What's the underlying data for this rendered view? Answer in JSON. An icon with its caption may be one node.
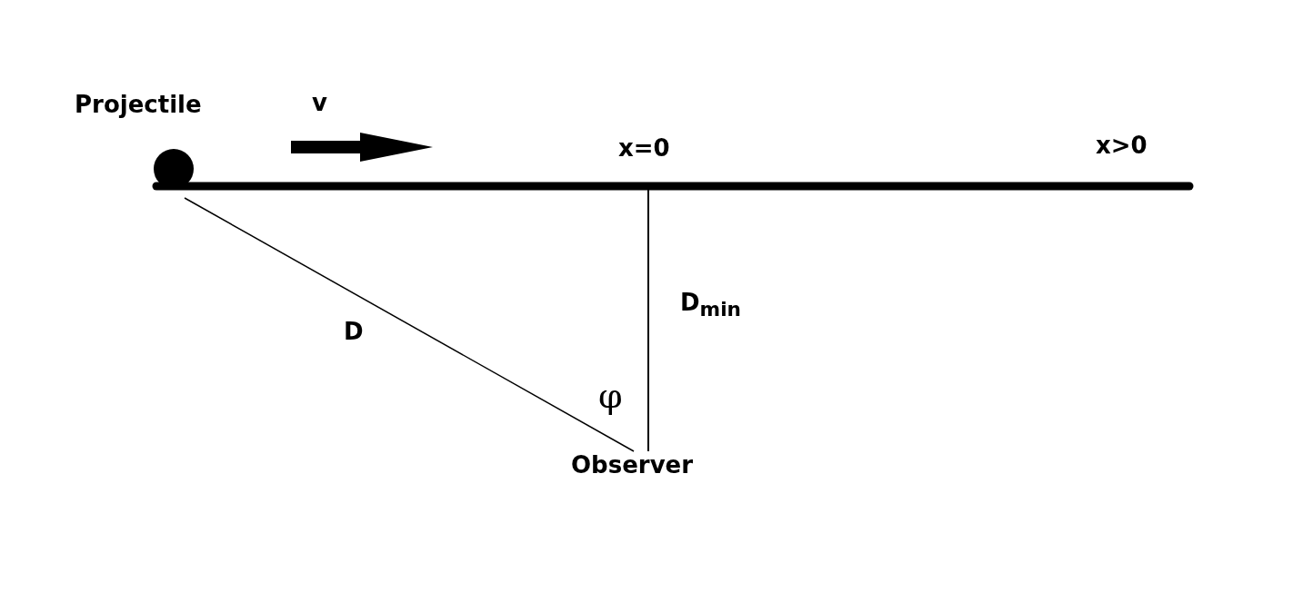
{
  "diagram": {
    "nodes": [
      {
        "text": [
          "Projectile"
        ]
      },
      {
        "text": [
          "Observer"
        ]
      },
      {
        "text": [
          "x=0"
        ]
      }
    ],
    "edges": [
      {
        "from": 0,
        "to": 1,
        "arrow": "none",
        "label": "D"
      },
      {
        "from": 2,
        "to": 1,
        "arrow": "none",
        "label": "D$_{min}$"
      }
    ],
    "labels": [
      "v",
      "x>0",
      "φ"
    ]
  }
}
